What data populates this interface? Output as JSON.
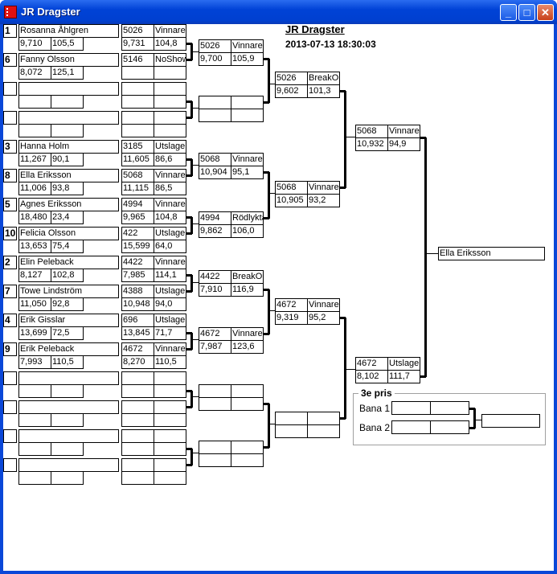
{
  "window": {
    "title": "JR Dragster",
    "buttons": {
      "minimize": "_",
      "maximize": "□",
      "close": "✕"
    }
  },
  "header": {
    "title": "JR Dragster",
    "datetime": "2013-07-13 18:30:03"
  },
  "round1": [
    {
      "seed": "1",
      "name": "Rosanna Åhlgren",
      "time": "9,710",
      "speed": "105,5",
      "id": "5026",
      "status": "Vinnare",
      "rtime": "9,731",
      "rspeed": "104,8"
    },
    {
      "seed": "6",
      "name": "Fanny Olsson",
      "time": "8,072",
      "speed": "125,1",
      "id": "5146",
      "status": "NoShow",
      "rtime": "",
      "rspeed": ""
    },
    {
      "seed": "",
      "name": "",
      "time": "",
      "speed": "",
      "id": "",
      "status": "",
      "rtime": "",
      "rspeed": ""
    },
    {
      "seed": "",
      "name": "",
      "time": "",
      "speed": "",
      "id": "",
      "status": "",
      "rtime": "",
      "rspeed": ""
    },
    {
      "seed": "3",
      "name": "Hanna Holm",
      "time": "11,267",
      "speed": "90,1",
      "id": "3185",
      "status": "Utslagen",
      "rtime": "11,605",
      "rspeed": "86,6"
    },
    {
      "seed": "8",
      "name": "Ella Eriksson",
      "time": "11,006",
      "speed": "93,8",
      "id": "5068",
      "status": "Vinnare",
      "rtime": "11,115",
      "rspeed": "86,5"
    },
    {
      "seed": "5",
      "name": "Agnes Eriksson",
      "time": "18,480",
      "speed": "23,4",
      "id": "4994",
      "status": "Vinnare",
      "rtime": "9,965",
      "rspeed": "104,8"
    },
    {
      "seed": "10",
      "name": "Felicia Olsson",
      "time": "13,653",
      "speed": "75,4",
      "id": "422",
      "status": "Utslagen",
      "rtime": "15,599",
      "rspeed": "64,0"
    },
    {
      "seed": "2",
      "name": "Elin Peleback",
      "time": "8,127",
      "speed": "102,8",
      "id": "4422",
      "status": "Vinnare",
      "rtime": "7,985",
      "rspeed": "114,1"
    },
    {
      "seed": "7",
      "name": "Towe Lindström",
      "time": "11,050",
      "speed": "92,8",
      "id": "4388",
      "status": "Utslagen",
      "rtime": "10,948",
      "rspeed": "94,0"
    },
    {
      "seed": "4",
      "name": "Erik Gisslar",
      "time": "13,699",
      "speed": "72,5",
      "id": "696",
      "status": "Utslagen",
      "rtime": "13,845",
      "rspeed": "71,7"
    },
    {
      "seed": "9",
      "name": "Erik Peleback",
      "time": "7,993",
      "speed": "110,5",
      "id": "4672",
      "status": "Vinnare",
      "rtime": "8,270",
      "rspeed": "110,5"
    },
    {
      "seed": "",
      "name": "",
      "time": "",
      "speed": "",
      "id": "",
      "status": "",
      "rtime": "",
      "rspeed": ""
    },
    {
      "seed": "",
      "name": "",
      "time": "",
      "speed": "",
      "id": "",
      "status": "",
      "rtime": "",
      "rspeed": ""
    },
    {
      "seed": "",
      "name": "",
      "time": "",
      "speed": "",
      "id": "",
      "status": "",
      "rtime": "",
      "rspeed": ""
    },
    {
      "seed": "",
      "name": "",
      "time": "",
      "speed": "",
      "id": "",
      "status": "",
      "rtime": "",
      "rspeed": ""
    }
  ],
  "round2": [
    {
      "id": "5026",
      "status": "Vinnare",
      "time": "9,700",
      "speed": "105,9"
    },
    {
      "id": "",
      "status": "",
      "time": "",
      "speed": ""
    },
    {
      "id": "5068",
      "status": "Vinnare",
      "time": "10,904",
      "speed": "95,1"
    },
    {
      "id": "4994",
      "status": "Rödlykta",
      "time": "9,862",
      "speed": "106,0"
    },
    {
      "id": "4422",
      "status": "BreakOut",
      "time": "7,910",
      "speed": "116,9"
    },
    {
      "id": "4672",
      "status": "Vinnare",
      "time": "7,987",
      "speed": "123,6"
    },
    {
      "id": "",
      "status": "",
      "time": "",
      "speed": ""
    },
    {
      "id": "",
      "status": "",
      "time": "",
      "speed": ""
    }
  ],
  "round3": [
    {
      "id": "5026",
      "status": "BreakOut",
      "time": "9,602",
      "speed": "101,3"
    },
    {
      "id": "5068",
      "status": "Vinnare",
      "time": "10,905",
      "speed": "93,2"
    },
    {
      "id": "4672",
      "status": "Vinnare",
      "time": "9,319",
      "speed": "95,2"
    },
    {
      "id": "",
      "status": "",
      "time": "",
      "speed": ""
    }
  ],
  "round4": [
    {
      "id": "5068",
      "status": "Vinnare",
      "time": "10,932",
      "speed": "94,9"
    },
    {
      "id": "4672",
      "status": "Utslagen",
      "time": "8,102",
      "speed": "111,7"
    }
  ],
  "winner": "Ella Eriksson",
  "third_place": {
    "title": "3e pris",
    "lane1_label": "Bana 1",
    "lane2_label": "Bana 2",
    "lane1": [
      "",
      ""
    ],
    "lane2": [
      "",
      ""
    ],
    "result": ""
  }
}
